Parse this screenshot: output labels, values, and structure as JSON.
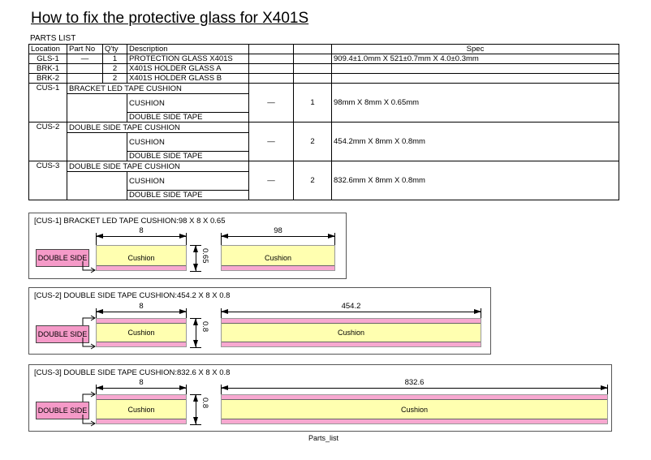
{
  "title": "How to fix the protective glass for X401S",
  "parts_list_label": "PARTS LIST",
  "table": {
    "headers": {
      "location": "Location",
      "part_no": "Part No",
      "qty": "Q'ty",
      "description": "Description",
      "spec": "Spec"
    },
    "rows": [
      {
        "location": "GLS-1",
        "part_no": "—",
        "qty": "1",
        "description": "PROTECTION GLASS X401S",
        "spec": "909.4±1.0mm X 521±0.7mm X 4.0±0.3mm"
      },
      {
        "location": "BRK-1",
        "qty": "2",
        "description": "X401S HOLDER GLASS A"
      },
      {
        "location": "BRK-2",
        "qty": "2",
        "description": "X401S HOLDER GLASS B"
      },
      {
        "location": "CUS-1",
        "description": "BRACKET LED TAPE CUSHION",
        "sub1": "CUSHION",
        "sub2": "DOUBLE SIDE TAPE",
        "part_no": "—",
        "qty": "1",
        "spec": "98mm X 8mm X 0.65mm"
      },
      {
        "location": "CUS-2",
        "description": "DOUBLE SIDE TAPE CUSHION",
        "sub1": "CUSHION",
        "sub2": "DOUBLE SIDE TAPE",
        "part_no": "—",
        "qty": "2",
        "spec": "454.2mm X 8mm X 0.8mm"
      },
      {
        "location": "CUS-3",
        "description": "DOUBLE SIDE TAPE CUSHION",
        "sub1": "CUSHION",
        "sub2": "DOUBLE SIDE TAPE",
        "part_no": "—",
        "qty": "2",
        "spec": "832.6mm X 8mm X 0.8mm"
      }
    ]
  },
  "diagrams": [
    {
      "title": "[CUS-1] BRACKET LED TAPE CUSHION:98 X 8 X 0.65",
      "width_label": "8",
      "length_label": "98",
      "thickness_label": "0.65",
      "tape_label": "DOUBLE SIDE",
      "cushion_label": "Cushion"
    },
    {
      "title": "[CUS-2] DOUBLE SIDE TAPE CUSHION:454.2 X 8 X 0.8",
      "width_label": "8",
      "length_label": "454.2",
      "thickness_label": "0.8",
      "tape_label": "DOUBLE SIDE",
      "cushion_label": "Cushion"
    },
    {
      "title": "[CUS-3] DOUBLE SIDE TAPE CUSHION:832.6 X 8 X 0.8",
      "width_label": "8",
      "length_label": "832.6",
      "thickness_label": "0.8",
      "tape_label": "DOUBLE SIDE",
      "cushion_label": "Cushion"
    }
  ],
  "colors": {
    "cushion": "#ffffb0",
    "tape": "#f59ac8"
  },
  "footer": "Parts_list"
}
